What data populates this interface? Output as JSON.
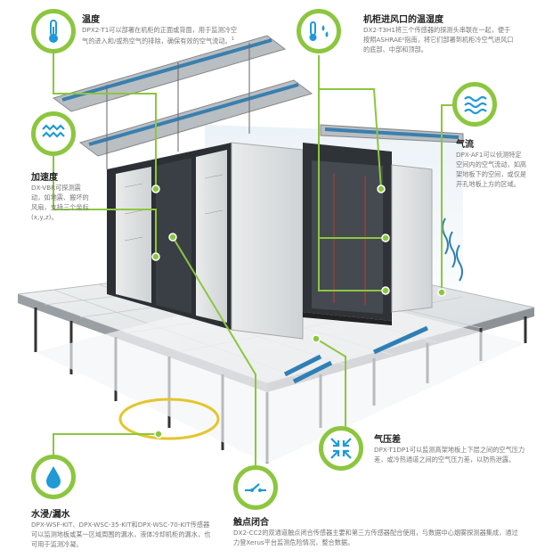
{
  "colors": {
    "accent": "#8cc63f",
    "icon_blue": "#1f9ad6",
    "title": "#222222",
    "text": "#777777"
  },
  "callouts": {
    "temperature": {
      "icon": "thermometer-icon",
      "title": "温度",
      "desc": "DPX2-T1可以部署在机柜的正面或背面，用于监测冷空气的进入和/或热空气的排除，确保有效的空气流动。",
      "note": "1"
    },
    "cabinet_inlet": {
      "icon": "thermometer-humidity-icon",
      "title": "机柜进风口的温湿度",
      "desc": "DX2-T3H1将三个传感器的探测头串联在一起，便于按照ASHRAE²指南，将它们部署到机柜冷空气进风口的底部、中部和顶部。"
    },
    "acceleration": {
      "icon": "vibration-waves-icon",
      "title": "加速度",
      "desc": "DX-VBR可探测震动，如地震、搬坏的风扇，支持三个坐标(x,y,z)。"
    },
    "airflow": {
      "icon": "airflow-icon",
      "title": "气流",
      "desc": "DPX-AF1可以侦测特定空间内的空气流动，如高架地板下的空间，或仅是开孔地板上方的区域。"
    },
    "pressure": {
      "icon": "pressure-arrows-icon",
      "title": "气压差",
      "desc": "DPX-T1DP1可以监测高架地板上下层之间的空气压力差，或冷热通道之间的空气压力差，以防热泄露。"
    },
    "water": {
      "icon": "water-drop-icon",
      "title": "水浸/漏水",
      "desc": "DPX-WSF-KIT、DPX-WSC-35-KIT和DPX-WSC-70-KIT传感器可以监测地板或某一区域周围的漏水，液体冷却机柜的漏水，也可用于监测冷凝。"
    },
    "contact": {
      "icon": "switch-contact-icon",
      "title": "触点闭合",
      "desc": "DX2-CC2的双通道触点闭合传感器主要和第三方传感器配合使用，与数据中心烟雾探测器集成，通过力登Xerus平台监测危险情况，整合数据。"
    }
  }
}
